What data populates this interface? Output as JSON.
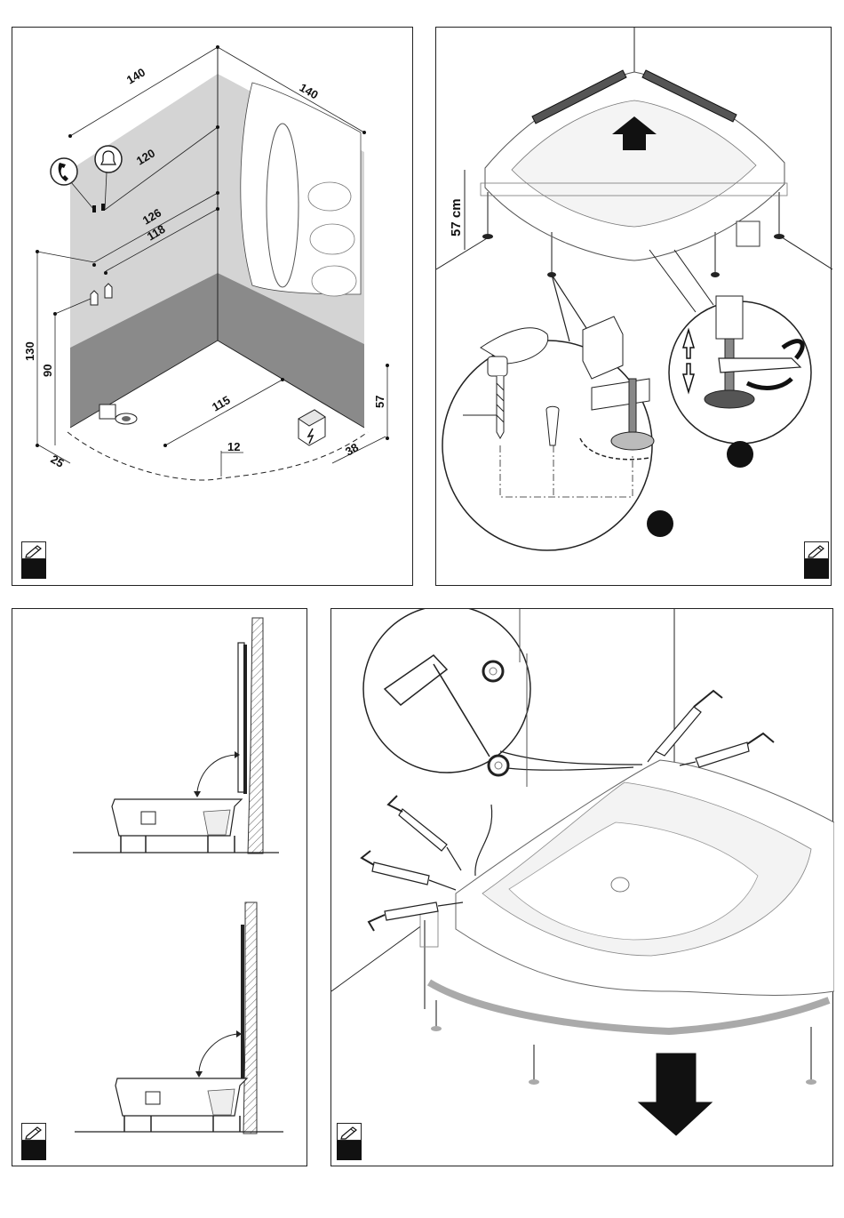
{
  "panel1": {
    "dims": {
      "d140_left": "140",
      "d140_right": "140",
      "d120": "120",
      "d126": "126",
      "d118": "118",
      "d130": "130",
      "d90": "90",
      "d115": "115",
      "d57": "57",
      "d25": "25",
      "d12": "12",
      "d38": "38"
    }
  },
  "panel2": {
    "height_label": "57 cm"
  },
  "icons": [
    "pencil-icon",
    "phone-icon",
    "alarm-bell-icon",
    "electric-box-icon",
    "arrow-down-icon"
  ],
  "colors": {
    "wall_light": "#d4d4d4",
    "wall_dark": "#8a8a8a",
    "ink": "#111111"
  }
}
